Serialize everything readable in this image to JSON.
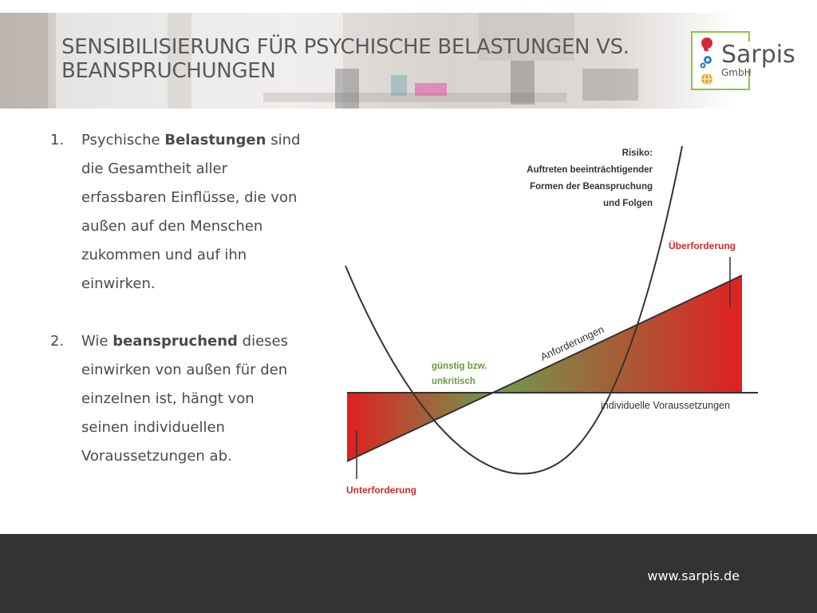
{
  "slide": {
    "title": "SENSIBILISIERUNG FÜR PSYCHISCHE BELASTUNGEN VS. BEANSPRUCHUNGEN"
  },
  "logo": {
    "name": "Sarpis",
    "suffix": "GmbH",
    "border_color": "#8cc63f"
  },
  "items": [
    {
      "number": "1.",
      "before": "Psychische ",
      "bold": "Belastungen",
      "after": " sind die Gesamtheit aller erfassbaren Einflüsse, die von außen auf den Menschen zukommen und auf ihn einwirken."
    },
    {
      "number": "2.",
      "before": "Wie ",
      "bold": "beanspruchend",
      "after": " dieses einwirken von außen für den einzelnen ist, hängt von seinen individuellen Voraussetzungen ab."
    }
  ],
  "diagram": {
    "risk_lines": [
      "Risiko:",
      "Auftreten beeinträchtigender",
      "Formen der Beanspruchung",
      "und Folgen"
    ],
    "ueberforderung": "Überforderung",
    "anforderungen": "Anforderungen",
    "guenstig_lines": [
      "günstig bzw.",
      "unkritisch"
    ],
    "individuelle": "individuelle Voraussetzungen",
    "unterforderung": "Unterforderung",
    "colors": {
      "red": "#e02020",
      "green": "#6e9a4e",
      "label_red": "#d02a2a",
      "label_green": "#6a9a3a",
      "line": "#333333"
    }
  },
  "footer": {
    "url": "www.sarpis.de"
  }
}
